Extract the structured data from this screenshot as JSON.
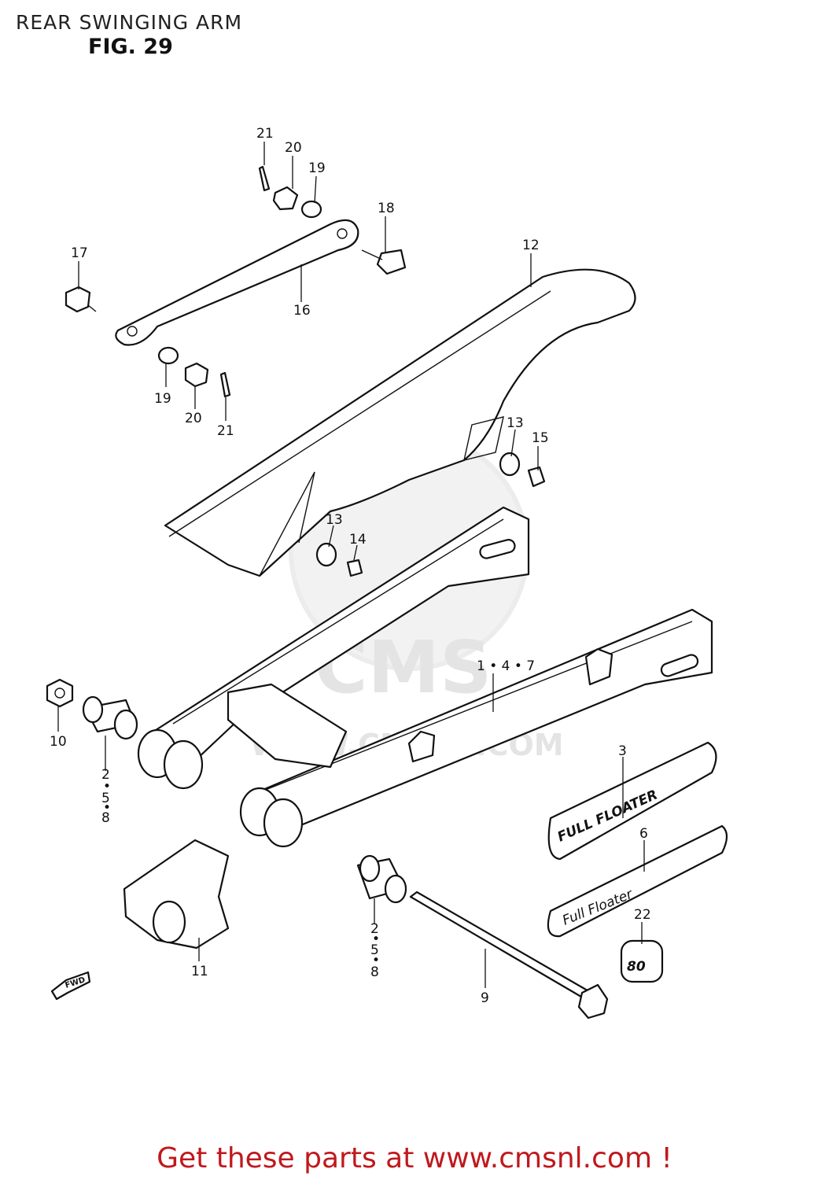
{
  "header": {
    "title": "REAR SWINGING ARM",
    "figure": "FIG. 29"
  },
  "watermark": {
    "brand": "CMS",
    "url": "WWW.CMSNL.COM"
  },
  "callouts": [
    {
      "id": "c21a",
      "text": "21"
    },
    {
      "id": "c20a",
      "text": "20"
    },
    {
      "id": "c19a",
      "text": "19"
    },
    {
      "id": "c18",
      "text": "18"
    },
    {
      "id": "c17",
      "text": "17"
    },
    {
      "id": "c16",
      "text": "16"
    },
    {
      "id": "c12",
      "text": "12"
    },
    {
      "id": "c19b",
      "text": "19"
    },
    {
      "id": "c20b",
      "text": "20"
    },
    {
      "id": "c21b",
      "text": "21"
    },
    {
      "id": "c13a",
      "text": "13"
    },
    {
      "id": "c15",
      "text": "15"
    },
    {
      "id": "c13b",
      "text": "13"
    },
    {
      "id": "c14",
      "text": "14"
    },
    {
      "id": "c147",
      "text": "1 • 4 • 7"
    },
    {
      "id": "c10",
      "text": "10"
    },
    {
      "id": "c258a",
      "text": "2\n•\n5\n•\n8"
    },
    {
      "id": "c3",
      "text": "3"
    },
    {
      "id": "c6",
      "text": "6"
    },
    {
      "id": "c22",
      "text": "22"
    },
    {
      "id": "c11",
      "text": "11"
    },
    {
      "id": "c258b",
      "text": "2\n•\n5\n•\n8"
    },
    {
      "id": "c9",
      "text": "9"
    }
  ],
  "decals": {
    "full_floater": "FULL FLOATER",
    "full_floater_script": "Full Floater",
    "number": "80"
  },
  "direction_badge": "FWD",
  "footer": {
    "cta": "Get these parts at www.cmsnl.com !"
  }
}
